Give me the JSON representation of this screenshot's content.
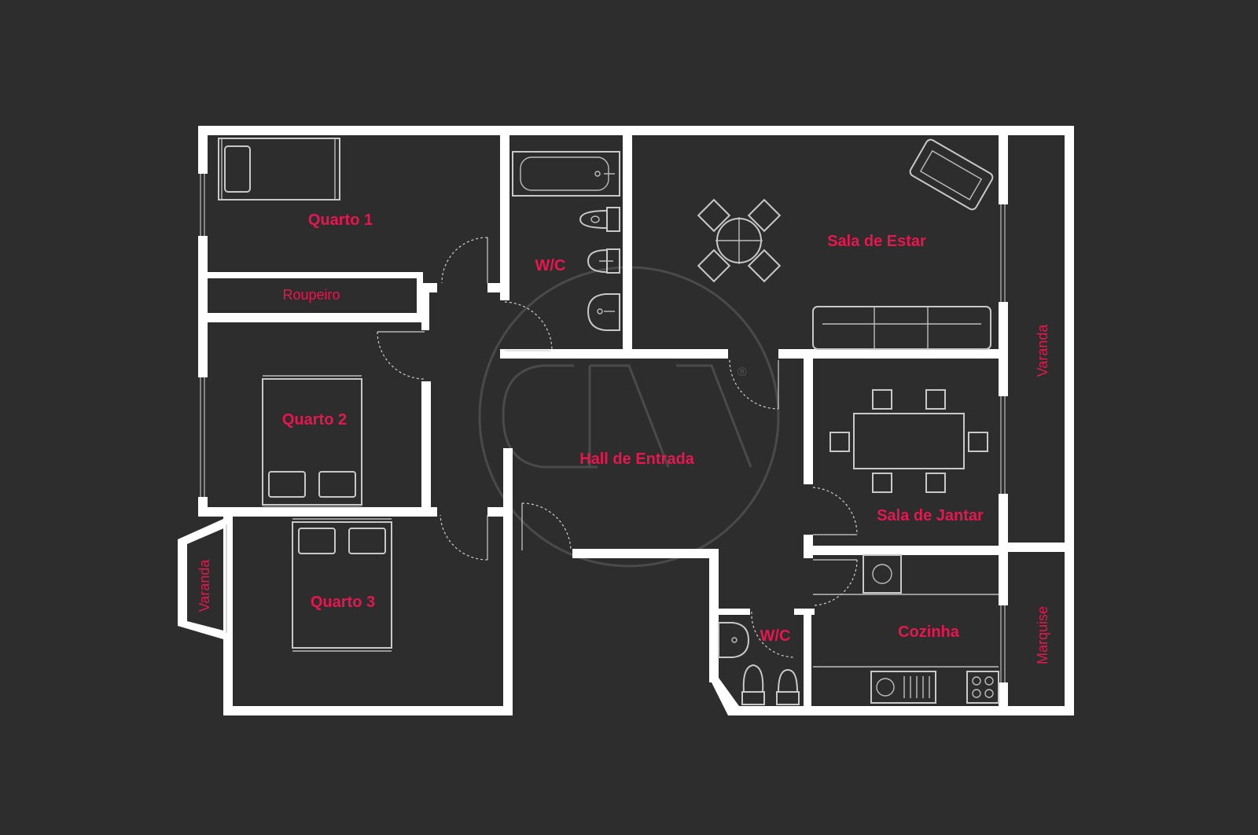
{
  "plan": {
    "rooms": {
      "quarto1": "Quarto 1",
      "roupeiro": "Roupeiro",
      "quarto2": "Quarto 2",
      "quarto3": "Quarto 3",
      "varanda_left": "Varanda",
      "wc_top": "W/C",
      "sala_estar": "Sala de Estar",
      "hall": "Hall de Entrada",
      "varanda_right": "Varanda",
      "sala_jantar": "Sala de Jantar",
      "wc_bottom": "W/C",
      "cozinha": "Cozinha",
      "marquise": "Marquise"
    },
    "watermark": "®"
  },
  "colors": {
    "background": "#2d2d2e",
    "walls": "#ffffff",
    "labels": "#e6174f",
    "furniture": "#c8c8c8"
  }
}
